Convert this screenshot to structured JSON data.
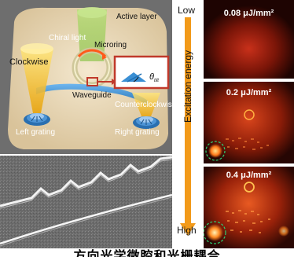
{
  "schematic": {
    "active_layer": "Active layer",
    "chiral_light": "Chiral light",
    "microring": "Microring",
    "clockwise": "Clockwise",
    "tilted_grating": "Tilted grating",
    "theta_symbol": "θ",
    "theta_sub": "tilt",
    "waveguide": "Waveguide",
    "counterclockwise": "Counterclockwise",
    "left_grating": "Left grating",
    "right_grating": "Right grating"
  },
  "energy": {
    "low": "Low",
    "axis_label": "Excitation energy",
    "high": "High"
  },
  "frames": [
    {
      "value": "0.08 μJ/mm²"
    },
    {
      "value": "0.2 μJ/mm²"
    },
    {
      "value": "0.4 μJ/mm²"
    }
  ],
  "caption": "方向光学微腔和光栅耦合",
  "colors": {
    "schematic_bg": "#6e6e6e",
    "active_layer_fill": "#ead8b8",
    "waveguide": "#3a8fd4",
    "cone": "#f2c12e",
    "microring": "#d8d2a4",
    "emission": "#ff6a1a",
    "arrow": "#f29a1a",
    "highlight_box": "#c0392b",
    "dashed_circle": "#2ecc71"
  }
}
